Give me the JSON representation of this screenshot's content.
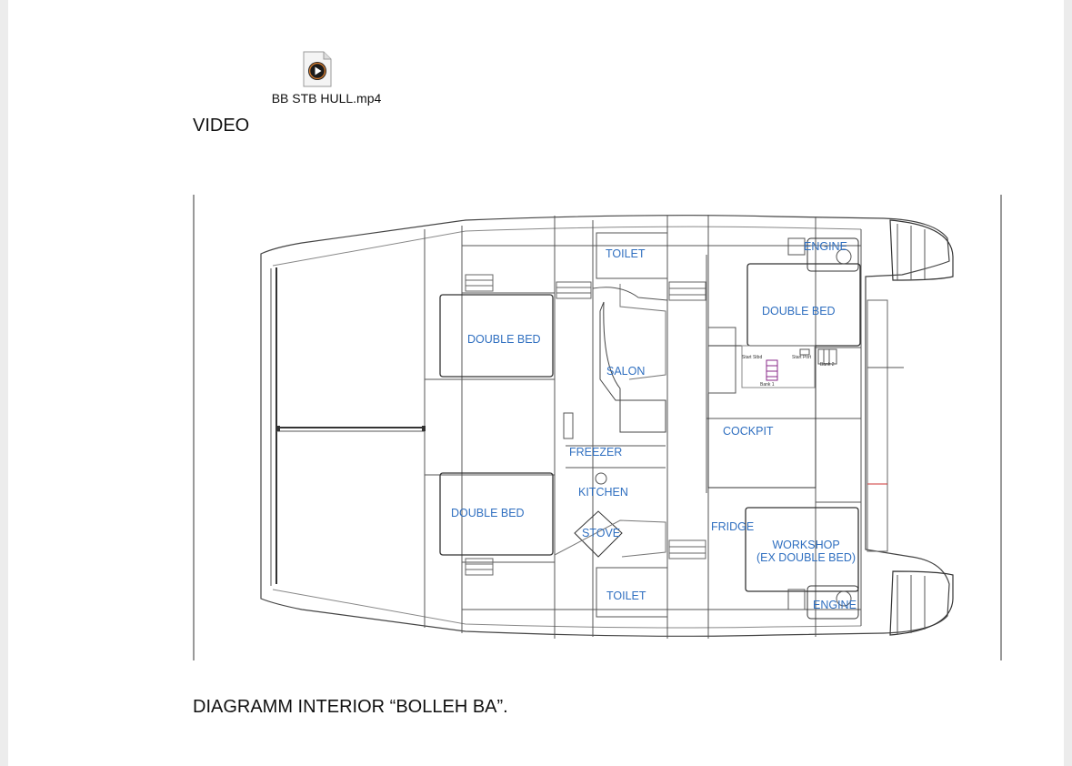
{
  "attachment": {
    "file_name": "BB STB HULL.mp4",
    "icon": "video-file-icon"
  },
  "video_label": "VIDEO",
  "caption": "DIAGRAMM INTERIOR “BOLLEH BA”.",
  "plan": {
    "rooms": {
      "toilet_top": "TOILET",
      "toilet_bottom": "TOILET",
      "engine_top": "ENGINE",
      "engine_bottom": "ENGINE",
      "double_bed_stb_fwd": "DOUBLE BED",
      "double_bed_port_fwd": "DOUBLE BED",
      "double_bed_aft": "DOUBLE BED",
      "salon": "SALON",
      "cockpit": "COCKPIT",
      "freezer": "FREEZER",
      "kitchen": "KITCHEN",
      "stove": "STOVE",
      "fridge": "FRIDGE",
      "workshop_line1": "WORKSHOP",
      "workshop_line2": "(EX DOUBLE BED)"
    },
    "panel_labels": {
      "start_stbd": "Start Stbd",
      "start_port": "Start Port",
      "bank_1": "Bank 1",
      "bank_2": "Bank 2"
    }
  }
}
